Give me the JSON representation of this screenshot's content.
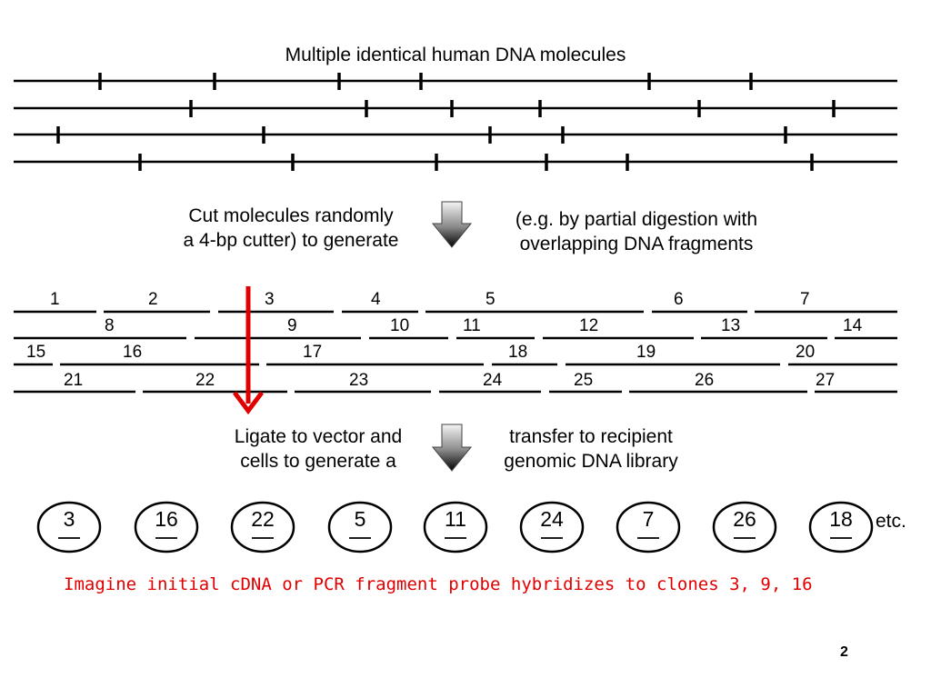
{
  "header": {
    "title": "Multiple identical human DNA molecules"
  },
  "step1": {
    "left_line1": "Cut molecules randomly",
    "left_line2": "a 4-bp cutter) to generate",
    "right_line1": "(e.g. by partial digestion with",
    "right_line2": "overlapping DNA fragments"
  },
  "fragments": {
    "row1": [
      "1",
      "2",
      "3",
      "4",
      "5",
      "6",
      "7"
    ],
    "row2": [
      "8",
      "9",
      "10",
      "11",
      "12",
      "13",
      "14"
    ],
    "row3": [
      "15",
      "16",
      "17",
      "18",
      "19",
      "20"
    ],
    "row4": [
      "21",
      "22",
      "23",
      "24",
      "25",
      "26",
      "27"
    ]
  },
  "step2": {
    "left_line1": "Ligate to vector and",
    "left_line2": "cells to generate a",
    "right_line1": "transfer to recipient",
    "right_line2": "genomic DNA library"
  },
  "library": {
    "clones": [
      "3",
      "16",
      "22",
      "5",
      "11",
      "24",
      "7",
      "26",
      "18"
    ],
    "etc_label": "etc."
  },
  "footnote": "Imagine initial cDNA or PCR fragment probe hybridizes to clones 3, 9, 16",
  "page_number": "2",
  "colors": {
    "line": "#000000",
    "arrow": "#e00000",
    "footnote": "#e00000"
  },
  "icons": [
    "down-arrow-icon",
    "down-arrow-icon",
    "red-down-arrow-icon"
  ]
}
